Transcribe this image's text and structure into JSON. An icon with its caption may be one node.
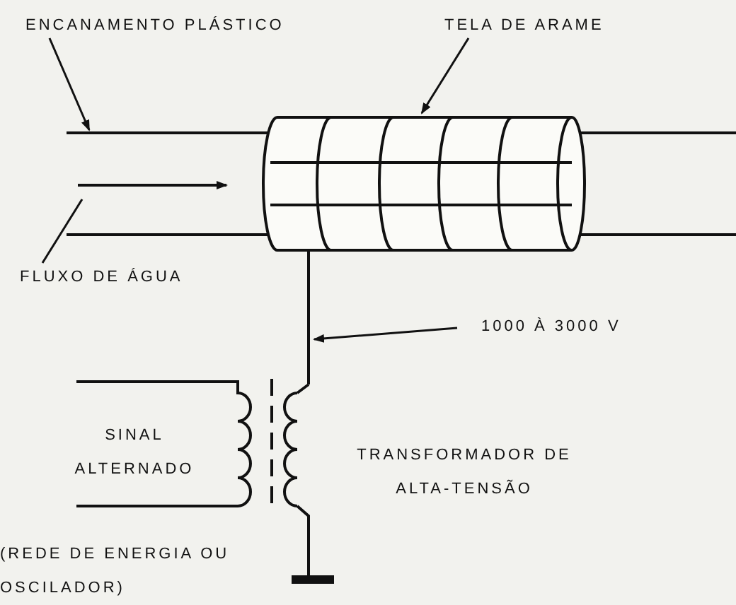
{
  "diagram": {
    "nodes": [
      {
        "text": [
          "ENCANAMENTO PLÁSTICO"
        ]
      },
      {
        "text": [],
        "shape": "cylinder"
      },
      {
        "text": [
          "TELA DE ARAME"
        ]
      },
      {
        "text": [],
        "shape": "cylinder"
      },
      {
        "text": [
          "FLUXO DE ÁGUA"
        ]
      },
      {
        "text": [
          "1000 À 3000 V"
        ]
      }
    ],
    "edges": [
      {
        "from": 0,
        "to": 1,
        "arrow": "to"
      },
      {
        "from": 2,
        "to": 3,
        "arrow": "to"
      },
      {
        "from": 4,
        "to": 1,
        "arrow": "none"
      },
      {
        "from": 5,
        "to": null,
        "arrow": "to"
      }
    ],
    "labels": [
      "SINAL ALTERNADO",
      "(REDE DE ENERGIA OU OSCILADOR)",
      "TRANSFORMADOR DE ALTA-TENSÃO"
    ]
  }
}
